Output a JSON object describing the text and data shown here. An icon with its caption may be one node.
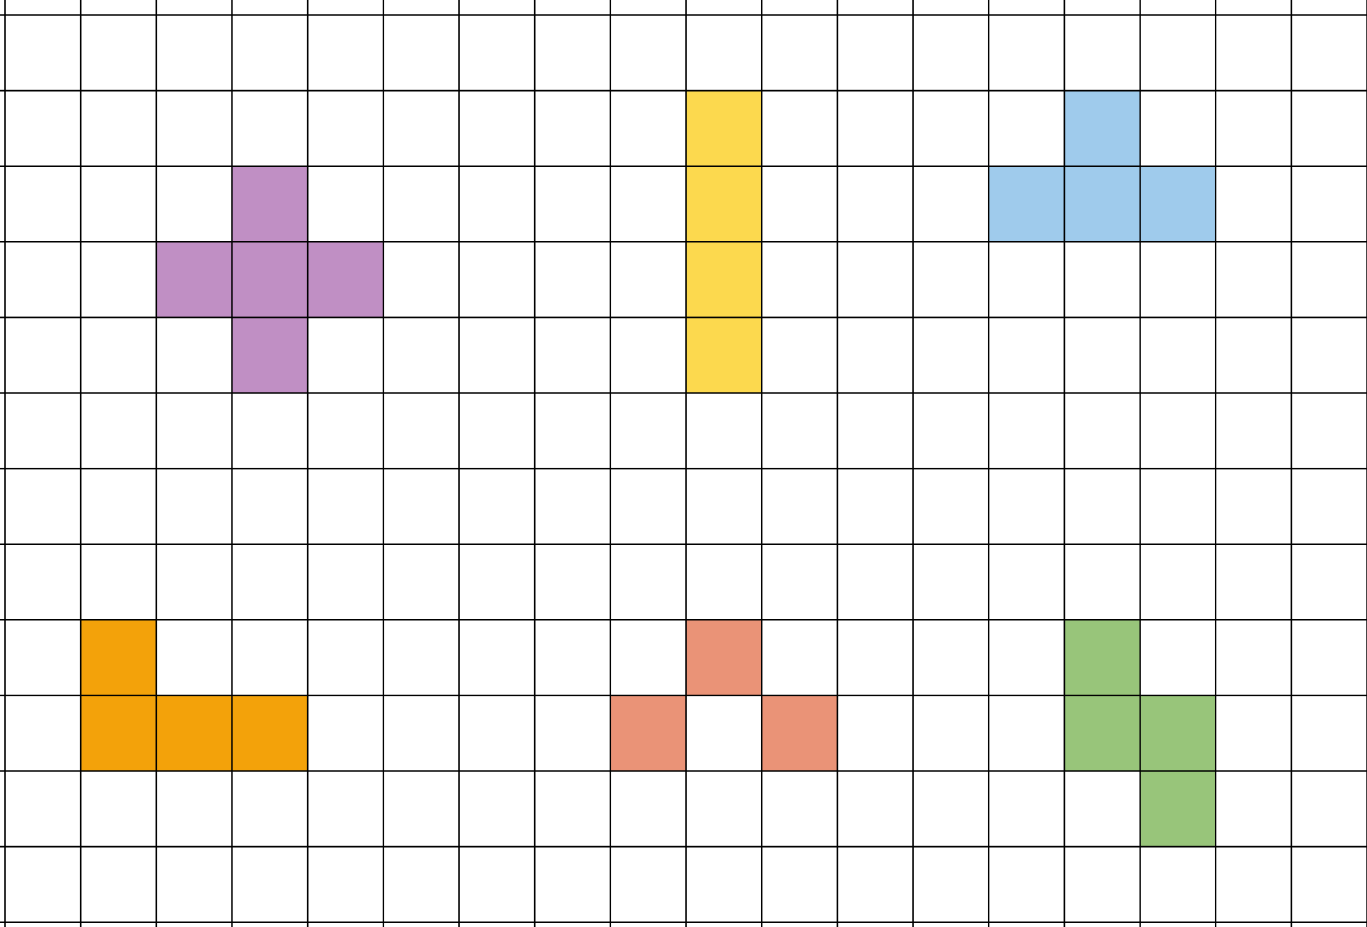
{
  "diagram": {
    "nodes": [
      {
        "text": [],
        "shape": "cross"
      },
      {
        "text": [],
        "shape": "bar"
      },
      {
        "text": [],
        "shape": "tee"
      },
      {
        "text": [],
        "shape": "corner"
      },
      {
        "text": [],
        "shape": "arch"
      },
      {
        "text": [],
        "shape": "zigzag"
      }
    ]
  }
}
